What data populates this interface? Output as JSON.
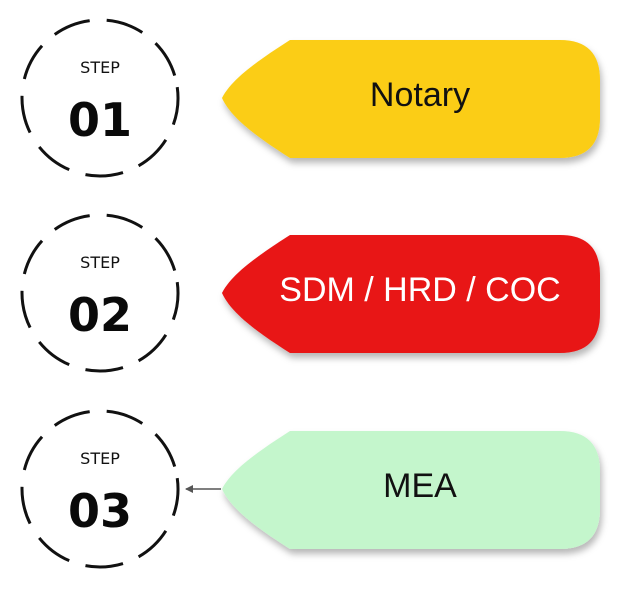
{
  "steps": [
    {
      "word": "STEP",
      "number": "01",
      "label": "Notary",
      "fill": "#FBCD14",
      "text_color": "#111111"
    },
    {
      "word": "STEP",
      "number": "02",
      "label": "SDM / HRD / COC",
      "fill": "#E81414",
      "text_color": "#FFFFFF"
    },
    {
      "word": "STEP",
      "number": "03",
      "label": "MEA",
      "fill": "#C4F6CC",
      "text_color": "#111111"
    }
  ],
  "connector": {
    "from_step": 3,
    "direction": "tag-to-circle",
    "color": "#555555"
  },
  "colors": {
    "circle_stroke": "#111111",
    "background": "#FFFFFF"
  }
}
